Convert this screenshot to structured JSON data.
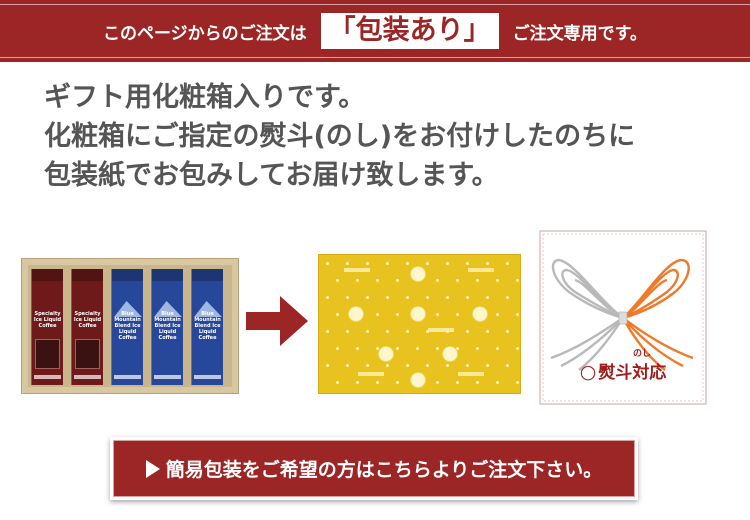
{
  "banner": {
    "lead": "このページからのご注文は",
    "open_quote": "「",
    "label": "包装あり",
    "close_quote": "」",
    "tail": "ご注文専用です。"
  },
  "description": {
    "lines": [
      "ギフト用化粧箱入りです。",
      "化粧箱にご指定の熨斗(のし)をお付けしたのちに",
      "包装紙でお包みしてお届け致します。"
    ]
  },
  "product": {
    "cartons": [
      {
        "color": "red",
        "text": "Specialty Ice Liquid Coffee"
      },
      {
        "color": "red",
        "text": "Specialty Ice Liquid Coffee"
      },
      {
        "color": "blue",
        "text": "Blue Mountain Blend Ice Liquid Coffee"
      },
      {
        "color": "blue",
        "text": "Blue Mountain Blend Ice Liquid Coffee"
      },
      {
        "color": "blue",
        "text": "Blue Mountain Blend Ice Liquid Coffee"
      }
    ]
  },
  "noshi": {
    "circle": "○",
    "label": "熨斗対応",
    "ruby": "のし"
  },
  "cta": {
    "label": "簡易包装をご希望の方はこちらよりご注文下さい。"
  },
  "colors": {
    "brand_red": "#9c2626",
    "gift_yellow": "#e8c21e",
    "text_gray": "#555555",
    "ribbon_orange": "#ee7a2a",
    "ribbon_silver": "#b9b9b9"
  },
  "icons": {
    "arrow": "right-arrow-icon",
    "cta": "play-triangle-icon"
  }
}
